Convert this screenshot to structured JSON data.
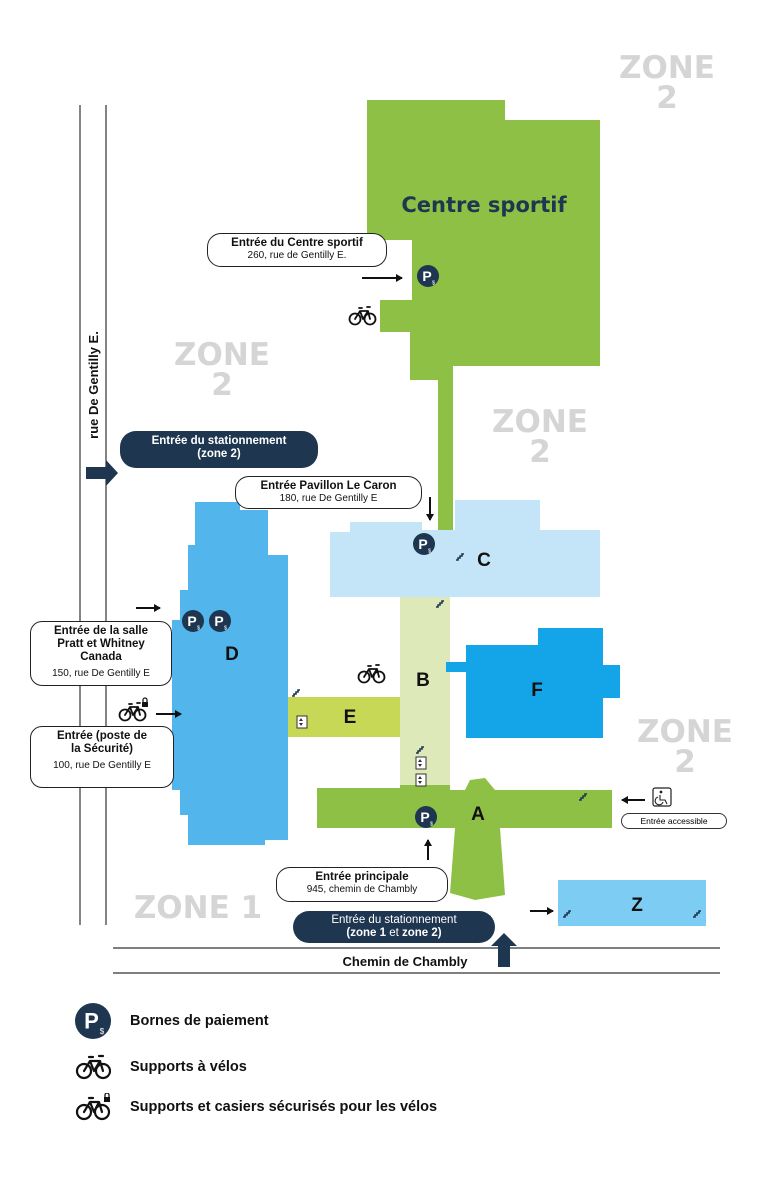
{
  "zones": [
    {
      "id": "zone-2-top-right",
      "line1": "ZONE",
      "line2": "2"
    },
    {
      "id": "zone-2-left",
      "line1": "ZONE",
      "line2": "2"
    },
    {
      "id": "zone-2-center",
      "line1": "ZONE",
      "line2": "2"
    },
    {
      "id": "zone-2-right",
      "line1": "ZONE",
      "line2": "2"
    },
    {
      "id": "zone-1",
      "line1": "ZONE 1"
    }
  ],
  "buildings": {
    "sport_centre": "Centre sportif",
    "a": "A",
    "b": "B",
    "c": "C",
    "d": "D",
    "e": "E",
    "f": "F",
    "z": "Z"
  },
  "streets": {
    "gentilly": "rue De Gentilly E.",
    "chambly": "Chemin de Chambly"
  },
  "entrances": {
    "sport_centre": {
      "title": "Entrée du Centre sportif",
      "address": "260, rue de Gentilly E."
    },
    "le_caron": {
      "title": "Entrée Pavillon Le Caron",
      "address": "180, rue De Gentilly E"
    },
    "pratt": {
      "title": "Entrée de la salle Pratt et Whitney Canada",
      "address": "150, rue De Gentilly E"
    },
    "security": {
      "title": "Entrée (poste de la Sécurité)",
      "address": "100, rue De Gentilly E"
    },
    "main": {
      "title": "Entrée principale",
      "address": "945, chemin de Chambly"
    },
    "accessible": "Entrée accessible"
  },
  "parking": {
    "zone2": {
      "line1": "Entrée du stationnement",
      "line2": "(zone 2)"
    },
    "zone12": {
      "line1": "Entrée du stationnement",
      "line2_a": "(zone 1",
      "line2_b": " et ",
      "line2_c": "zone 2)"
    }
  },
  "legend": {
    "pay": "Bornes de paiement",
    "bike": "Supports à vélos",
    "bike_secure": "Supports et casiers sécurisés pour les vélos"
  },
  "colors": {
    "navy": "#1e3650",
    "green": "#8dc044",
    "light_green": "#c7d856",
    "pale_green": "#dde9b9",
    "blue_d": "#52b6ec",
    "blue_f": "#14a5e9",
    "light_blue": "#c4e5f8",
    "blue_z": "#7dccf3",
    "zone_grey": "#d5d5d5"
  }
}
